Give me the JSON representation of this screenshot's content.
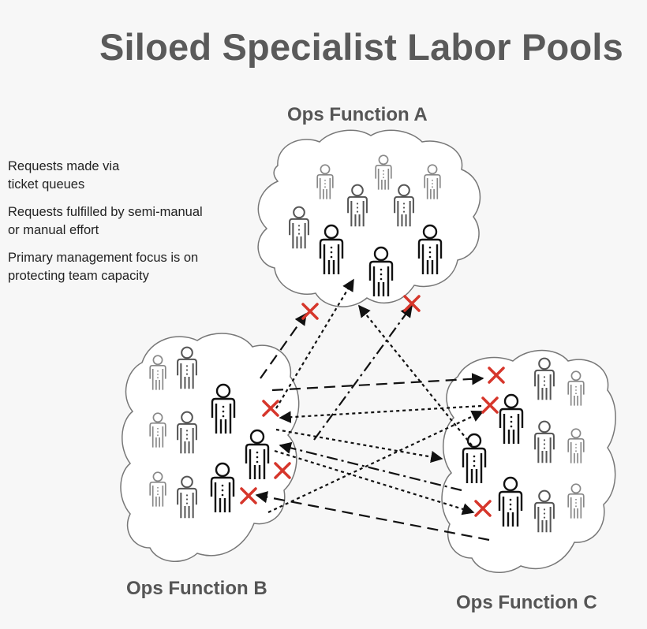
{
  "title": "Siloed Specialist Labor Pools",
  "notes": [
    "Requests made via\nticket queues",
    "Requests fulfilled by semi-manual\nor manual effort",
    "Primary management focus is on\nprotecting team capacity"
  ],
  "pools": {
    "a": {
      "label": "Ops Function A"
    },
    "b": {
      "label": "Ops Function B"
    },
    "c": {
      "label": "Ops Function C"
    }
  },
  "colors": {
    "cloud_fill": "#ffffff",
    "cloud_stroke": "#777777",
    "figure_dark": "#111111",
    "figure_light": "#888888",
    "blocked_mark": "#d6362b",
    "arrow": "#111111"
  },
  "icons": {
    "person": "person-icon",
    "blocked": "x-mark-icon"
  }
}
